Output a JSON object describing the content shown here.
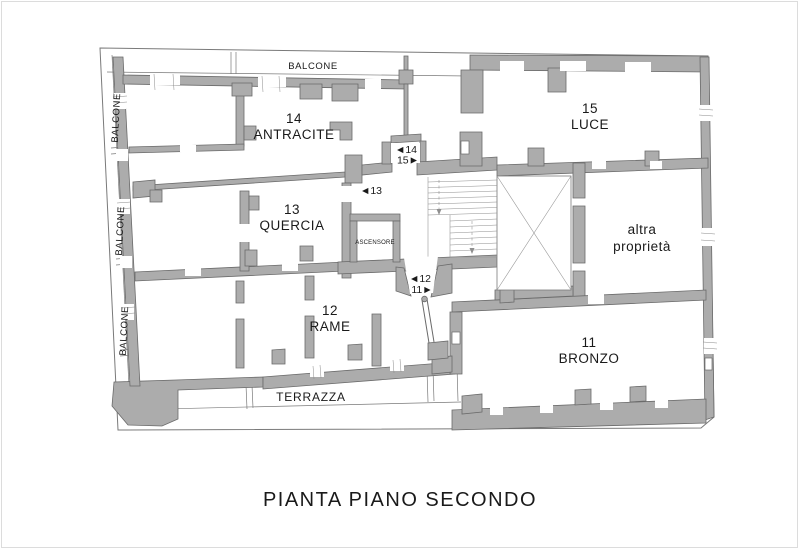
{
  "page_title": "PIANTA PIANO SECONDO",
  "plan": {
    "rooms": [
      {
        "number": "14",
        "name": "ANTRACITE"
      },
      {
        "number": "15",
        "name": "LUCE"
      },
      {
        "number": "13",
        "name": "QUERCIA"
      },
      {
        "number": "12",
        "name": "RAME"
      },
      {
        "number": "11",
        "name": "BRONZO"
      }
    ],
    "other_property": {
      "line1": "altra",
      "line2": "proprietà"
    },
    "labels": {
      "balcone": "BALCONE",
      "terrazza": "TERRAZZA",
      "ascensore": "ASCENSORE"
    },
    "markers": {
      "unit14": "◄14",
      "unit15": "15►",
      "unit13": "◄13",
      "unit12": "◄12",
      "unit11": "11►"
    },
    "colors": {
      "wall_fill": "#ACACAC",
      "wall_stroke": "#6A6A6A",
      "outline": "#7A7A7A",
      "text": "#1A1A1A",
      "background": "#FFFFFF"
    }
  }
}
